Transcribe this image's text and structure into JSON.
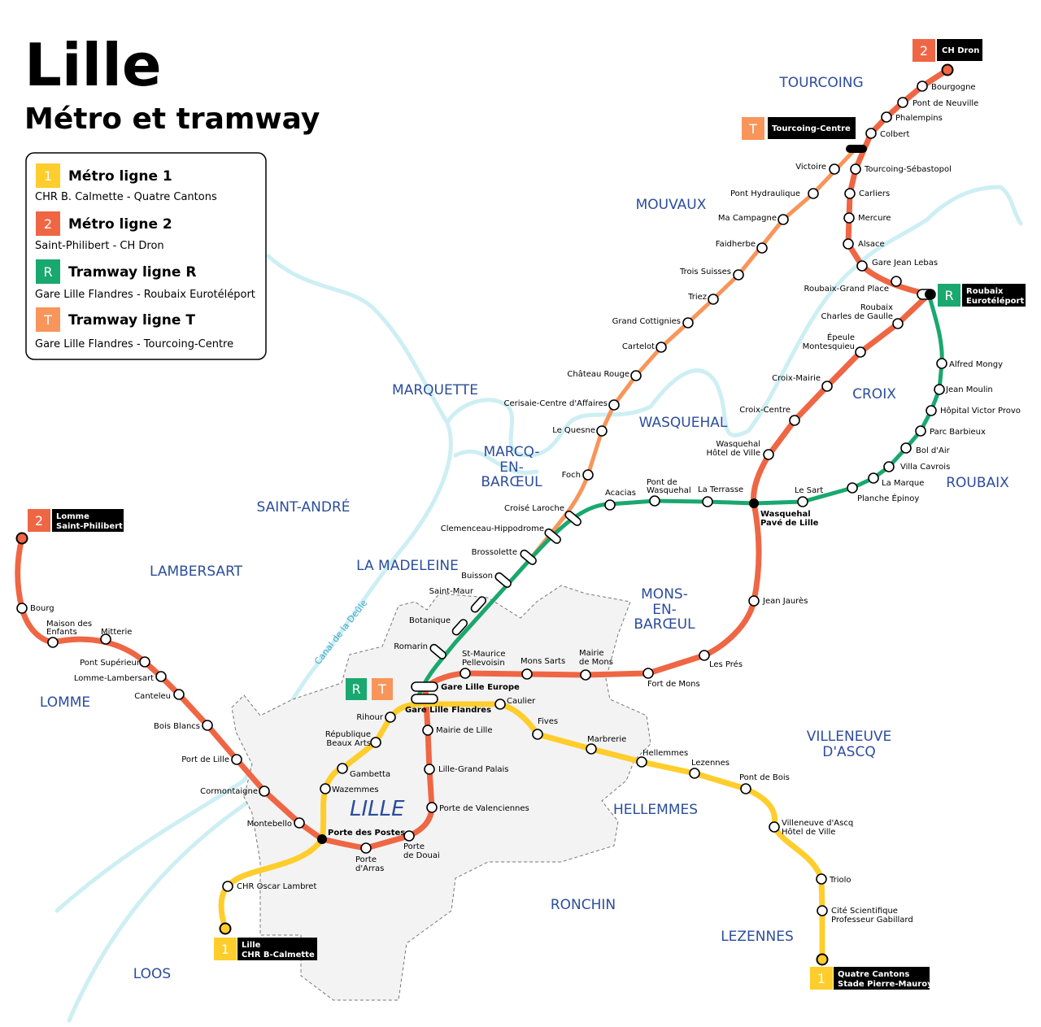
{
  "title": "Lille",
  "subtitle": "Métro et tramway",
  "colors": {
    "m1": "#ffcd2c",
    "m2": "#ef6644",
    "tr": "#19a86f",
    "tt": "#f7955a",
    "water": "#cdeff3",
    "city": "#f3f3f3"
  },
  "legend": [
    {
      "badge": "1",
      "color": "#ffcd2c",
      "name": "Métro ligne 1",
      "route": "CHR B. Calmette - Quatre Cantons"
    },
    {
      "badge": "2",
      "color": "#ef6644",
      "name": "Métro ligne 2",
      "route": "Saint-Philibert - CH Dron"
    },
    {
      "badge": "R",
      "color": "#19a86f",
      "name": "Tramway ligne R",
      "route": "Gare Lille Flandres - Roubaix Eurotéléport"
    },
    {
      "badge": "T",
      "color": "#f7955a",
      "name": "Tramway ligne T",
      "route": "Gare Lille Flandres - Tourcoing-Centre"
    }
  ],
  "canal": "Canal de la Deûle",
  "city_label": "LILLE",
  "towns": [
    {
      "l1": "TOURCOING"
    },
    {
      "l1": "MOUVAUX"
    },
    {
      "l1": "MARQUETTE"
    },
    {
      "l1": "WASQUEHAL"
    },
    {
      "l1": "CROIX"
    },
    {
      "l1": "ROUBAIX"
    },
    {
      "l1": "MARCQ-",
      "l2": "EN-",
      "l3": "BARŒUL"
    },
    {
      "l1": "SAINT-ANDRÉ"
    },
    {
      "l1": "LAMBERSART"
    },
    {
      "l1": "LA MADELEINE"
    },
    {
      "l1": "MONS-",
      "l2": "EN-",
      "l3": "BARŒUL"
    },
    {
      "l1": "LOMME"
    },
    {
      "l1": "VILLENEUVE",
      "l2": "D'ASCQ"
    },
    {
      "l1": "HELLEMMES"
    },
    {
      "l1": "RONCHIN"
    },
    {
      "l1": "LEZENNES"
    },
    {
      "l1": "LOOS"
    }
  ],
  "terminals": [
    {
      "badge": "2",
      "l1": "CH Dron"
    },
    {
      "badge": "T",
      "l1": "Tourcoing-Centre"
    },
    {
      "badge": "R",
      "l1": "Roubaix",
      "l2": "Eurotéléport"
    },
    {
      "badge": "2",
      "l1": "Lomme",
      "l2": "Saint-Philibert"
    },
    {
      "badge": "1",
      "l1": "Lille",
      "l2": "CHR B-Calmette"
    },
    {
      "badge": "1",
      "l1": "Quatre Cantons",
      "l2": "Stade Pierre-Mauroy"
    }
  ],
  "center_badges": [
    "R",
    "T"
  ],
  "stations": {
    "m2_north": [
      "Bourgogne",
      "Pont de Neuville",
      "Phalempins",
      "Colbert",
      "Tourcoing-Sébastopol",
      "Carliers",
      "Mercure",
      "Alsace",
      "Gare Jean Lebas",
      "Roubaix-Grand Place",
      "Roubaix Charles de Gaulle",
      "Épeule Montesquieu",
      "Croix-Mairie",
      "Croix-Centre",
      "Wasquehal Hôtel de Ville",
      "Wasquehal Pavé de Lille",
      "Jean Jaurès",
      "Les Prés",
      "Fort de Mons",
      "Mairie de Mons",
      "Mons Sarts",
      "St-Maurice Pellevoisin",
      "Gare Lille Europe",
      "Gare Lille Flandres",
      "Mairie de Lille",
      "Lille-Grand Palais",
      "Porte de Valenciennes",
      "Porte de Douai",
      "Porte d'Arras",
      "Porte des Postes"
    ],
    "m2_west": [
      "Montebello",
      "Cormontaigne",
      "Port de Lille",
      "Bois Blancs",
      "Canteleu",
      "Lomme-Lambersart",
      "Pont Supérieur",
      "Mitterie",
      "Maison des Enfants",
      "Bourg"
    ],
    "m1": [
      "CHR Oscar Lambret",
      "Wazemmes",
      "Gambetta",
      "République Beaux Arts",
      "Rihour",
      "Caulier",
      "Fives",
      "Marbrerie",
      "Hellemmes",
      "Lezennes",
      "Pont de Bois",
      "Villeneuve d'Ascq Hôtel de Ville",
      "Triolo",
      "Cité Scientifique Professeur Gabillard"
    ],
    "tram_shared": [
      "Romarin",
      "Botanique",
      "Saint-Maur",
      "Buisson",
      "Brossolette",
      "Clemenceau-Hippodrome",
      "Croisé Laroche"
    ],
    "tram_t": [
      "Foch",
      "Le Quesne",
      "Cerisaie-Centre d'Affaires",
      "Château Rouge",
      "Cartelot",
      "Grand Cottignies",
      "Triez",
      "Trois Suisses",
      "Faidherbe",
      "Ma Campagne",
      "Pont Hydraulique",
      "Victoire"
    ],
    "tram_r": [
      "Acacias",
      "Pont de Wasquehal",
      "La Terrasse",
      "Le Sart",
      "Planche Épinoy",
      "La Marque",
      "Villa Cavrois",
      "Bol d'Air",
      "Parc Barbieux",
      "Hôpital Victor Provo",
      "Jean Moulin",
      "Alfred Mongy"
    ]
  }
}
